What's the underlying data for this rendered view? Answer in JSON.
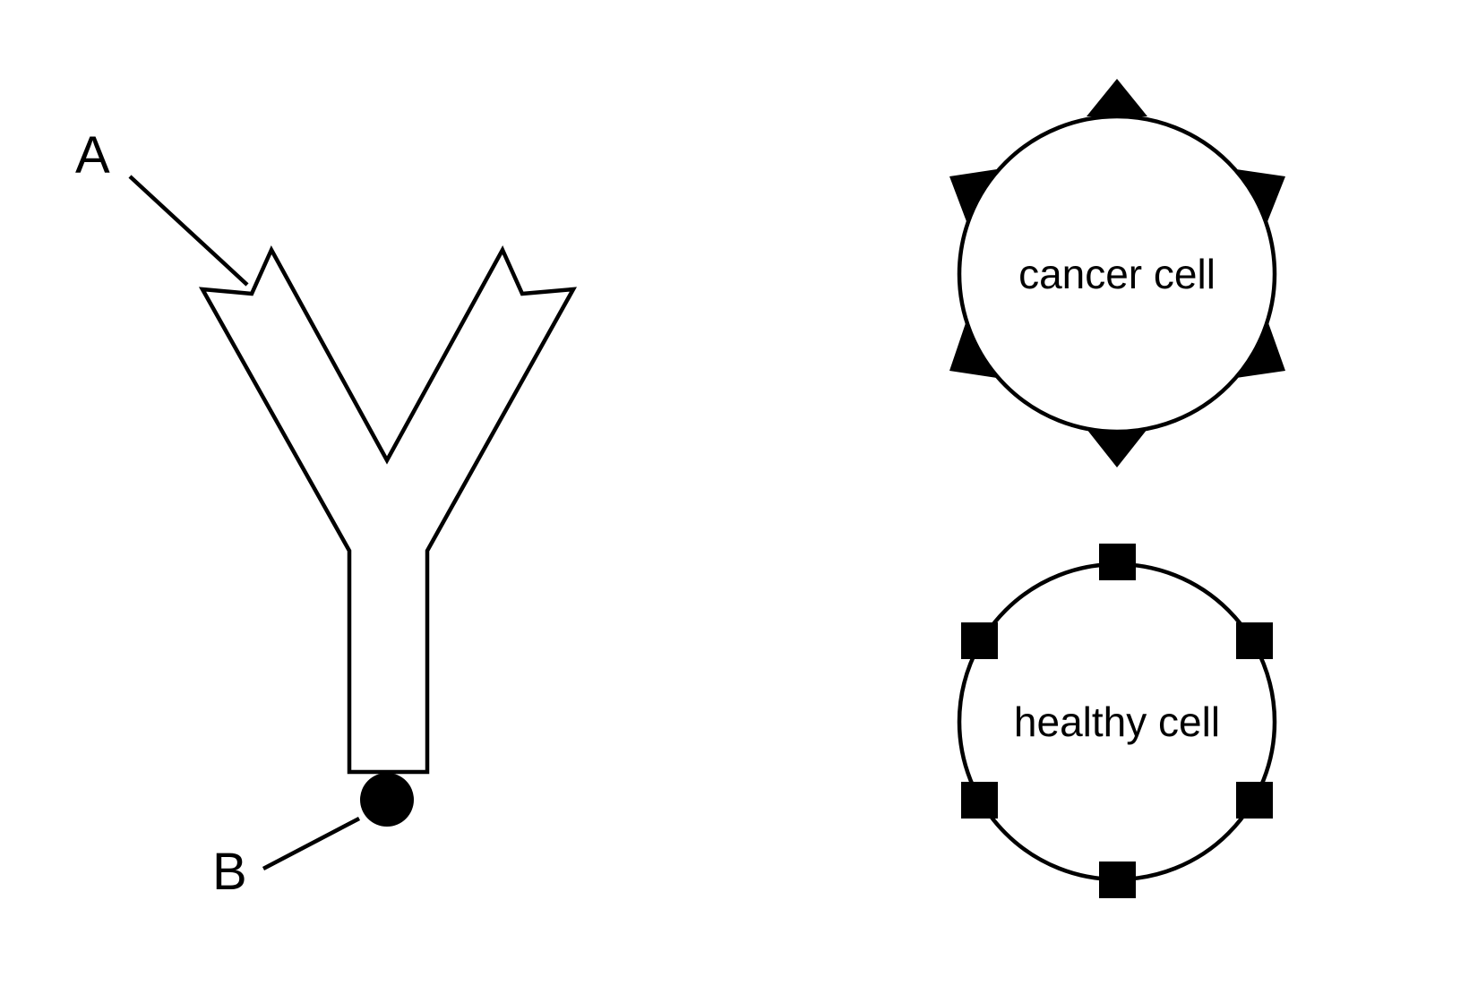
{
  "labels": {
    "a": "A",
    "b": "B"
  },
  "cells": {
    "cancer": {
      "label": "cancer cell",
      "receptor_shape": "triangle"
    },
    "healthy": {
      "label": "healthy cell",
      "receptor_shape": "square"
    }
  },
  "colors": {
    "stroke": "#000000",
    "fill": "#ffffff",
    "marker": "#000000"
  }
}
